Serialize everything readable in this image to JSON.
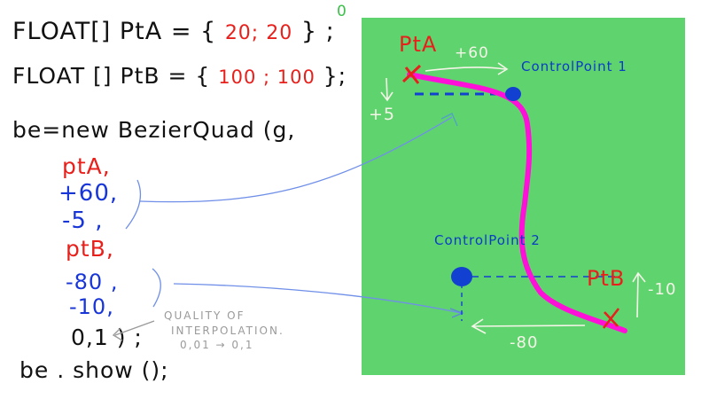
{
  "code": {
    "line1": {
      "prefix": "FLOAT[] PtA = {",
      "values": "20; 20",
      "suffix": "} ;"
    },
    "line2": {
      "prefix": "FLOAT [] PtB = {",
      "values": "100 ; 100",
      "suffix": "};"
    },
    "constructor": "be=new BezierQuad (g,",
    "args": [
      {
        "text": "ptA,",
        "color": "red"
      },
      {
        "text": "+60,",
        "color": "blue"
      },
      {
        "text": "-5 ,",
        "color": "blue"
      },
      {
        "text": "ptB,",
        "color": "red"
      },
      {
        "text": "-80 ,",
        "color": "blue"
      },
      {
        "text": "-10,",
        "color": "blue"
      }
    ],
    "quality_arg": "0,1 ) ;",
    "show_call": "be . show ();"
  },
  "annotation": {
    "line1": "QUALITY OF",
    "line2": "INTERPOLATION.",
    "line3": "0,01 → 0,1"
  },
  "canvas": {
    "corner_mark": "0",
    "background_color": "#5fd46e",
    "curve_color": "#ff10d8",
    "point_a": {
      "label": "PtA",
      "marker": "×"
    },
    "point_b": {
      "label": "PtB",
      "marker": "×"
    },
    "control_point_1": {
      "label": "ControlPoint 1"
    },
    "control_point_2": {
      "label": "ControlPoint 2"
    },
    "offsets": {
      "cp1_x": "+60",
      "cp1_y": "+5",
      "cp2_x": "-80",
      "cp2_y": "-10"
    }
  },
  "colors": {
    "point": "#e8201c",
    "control": "#1836d8",
    "annotation": "#f4f4e8",
    "connector": "#6f8fe8"
  }
}
